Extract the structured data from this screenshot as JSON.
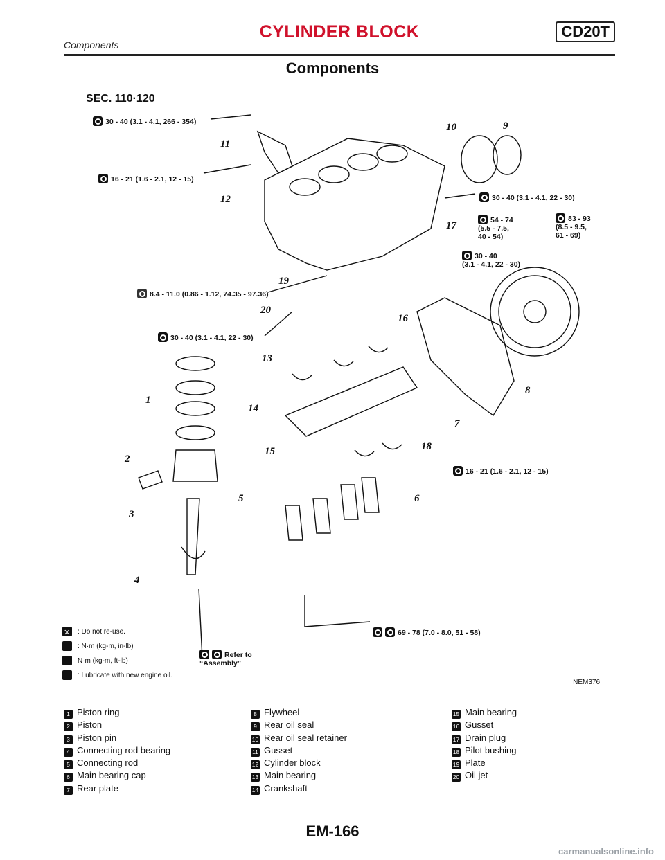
{
  "header": {
    "title": "CYLINDER BLOCK",
    "model": "CD20T",
    "subtitle": "Components"
  },
  "page_title": "Components",
  "figure": {
    "section": "SEC. 110·120",
    "code": "NEM376",
    "torque_labels": [
      "30 - 40 (3.1 - 4.1, 266 - 354)",
      "16 - 21 (1.6 - 2.1, 12 - 15)",
      "30 - 40 (3.1 - 4.1, 22 - 30)",
      "54 - 74\n(5.5 - 7.5,\n40 - 54)",
      "83 - 93\n(8.5 - 9.5,\n61 - 69)",
      "30 - 40\n(3.1 - 4.1, 22 - 30)",
      "8.4 - 11.0 (0.86 - 1.12, 74.35 - 97.36)",
      "30 - 40 (3.1 - 4.1, 22 - 30)",
      "16 - 21 (1.6 - 2.1, 12 - 15)",
      "69 - 78 (7.0 - 8.0, 51 - 58)",
      "Refer to\n“Assembly”"
    ],
    "callouts": [
      "1",
      "2",
      "3",
      "4",
      "5",
      "6",
      "7",
      "8",
      "9",
      "10",
      "11",
      "12",
      "13",
      "14",
      "15",
      "16",
      "17",
      "18",
      "19",
      "20"
    ],
    "legend": [
      ": Do not re-use.",
      ": N·m (kg-m, in-lb)",
      "N·m (kg-m, ft-lb)",
      ": Lubricate with new engine oil."
    ]
  },
  "parts": [
    {
      "num": "1",
      "name": "Piston ring"
    },
    {
      "num": "2",
      "name": "Piston"
    },
    {
      "num": "3",
      "name": "Piston pin"
    },
    {
      "num": "4",
      "name": "Connecting rod bearing"
    },
    {
      "num": "5",
      "name": "Connecting rod"
    },
    {
      "num": "6",
      "name": "Main bearing cap"
    },
    {
      "num": "7",
      "name": "Rear plate"
    },
    {
      "num": "8",
      "name": "Flywheel"
    },
    {
      "num": "9",
      "name": "Rear oil seal"
    },
    {
      "num": "10",
      "name": "Rear oil seal retainer"
    },
    {
      "num": "11",
      "name": "Gusset"
    },
    {
      "num": "12",
      "name": "Cylinder block"
    },
    {
      "num": "13",
      "name": "Main bearing"
    },
    {
      "num": "14",
      "name": "Crankshaft"
    },
    {
      "num": "15",
      "name": "Main bearing"
    },
    {
      "num": "16",
      "name": "Gusset"
    },
    {
      "num": "17",
      "name": "Drain plug"
    },
    {
      "num": "18",
      "name": "Pilot bushing"
    },
    {
      "num": "19",
      "name": "Plate"
    },
    {
      "num": "20",
      "name": "Oil jet"
    }
  ],
  "footer": {
    "page_code": "EM-166"
  },
  "watermark": "carmanualsonline.info"
}
